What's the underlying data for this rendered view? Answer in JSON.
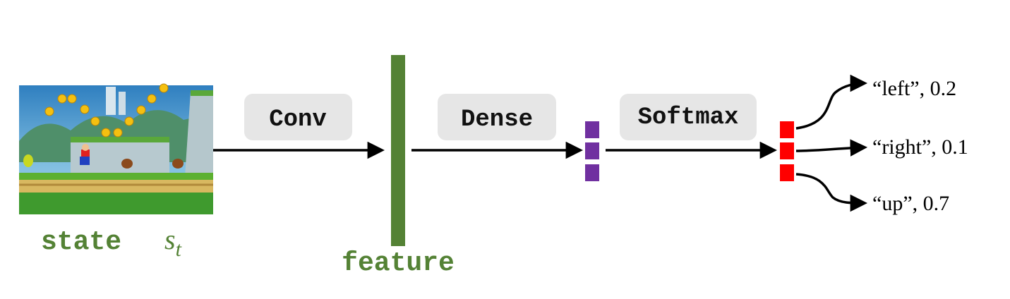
{
  "input": {
    "label": "state",
    "symbol": "s",
    "subscript": "t"
  },
  "feature_label": "feature",
  "layers": {
    "conv": "Conv",
    "dense": "Dense",
    "softmax": "Softmax"
  },
  "outputs": [
    {
      "text": "“left”, 0.2"
    },
    {
      "text": "“right”, 0.1"
    },
    {
      "text": "“up”, 0.7"
    }
  ],
  "colors": {
    "feature": "#548235",
    "dense_units": "#7030a0",
    "softmax_units": "#ff0000",
    "label_box": "#e6e6e6"
  }
}
